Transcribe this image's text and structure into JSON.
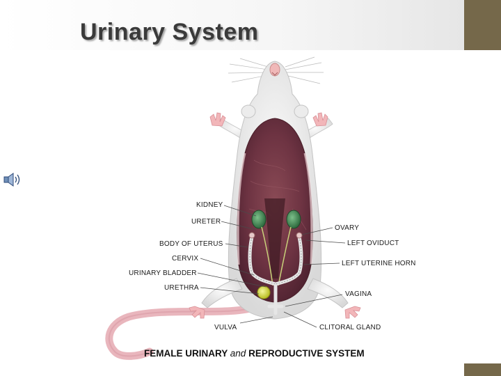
{
  "slide": {
    "title": "Urinary System"
  },
  "diagram": {
    "labels_left": {
      "kidney": "KIDNEY",
      "ureter": "URETER",
      "body_of_uterus": "BODY OF UTERUS",
      "cervix": "CERVIX",
      "urinary_bladder": "URINARY BLADDER",
      "urethra": "URETHRA",
      "vulva": "VULVA"
    },
    "labels_right": {
      "ovary": "OVARY",
      "left_oviduct": "LEFT OVIDUCT",
      "left_uterine_horn": "LEFT UTERINE HORN",
      "vagina": "VAGINA",
      "clitoral_gland": "CLITORAL GLAND"
    },
    "caption": {
      "part1": "FEMALE URINARY",
      "part2": "and",
      "part3": "REPRODUCTIVE SYSTEM"
    }
  },
  "icons": {
    "speaker": "speaker-icon"
  },
  "colors": {
    "accent": "#75684a",
    "title": "#3a3a3a"
  }
}
